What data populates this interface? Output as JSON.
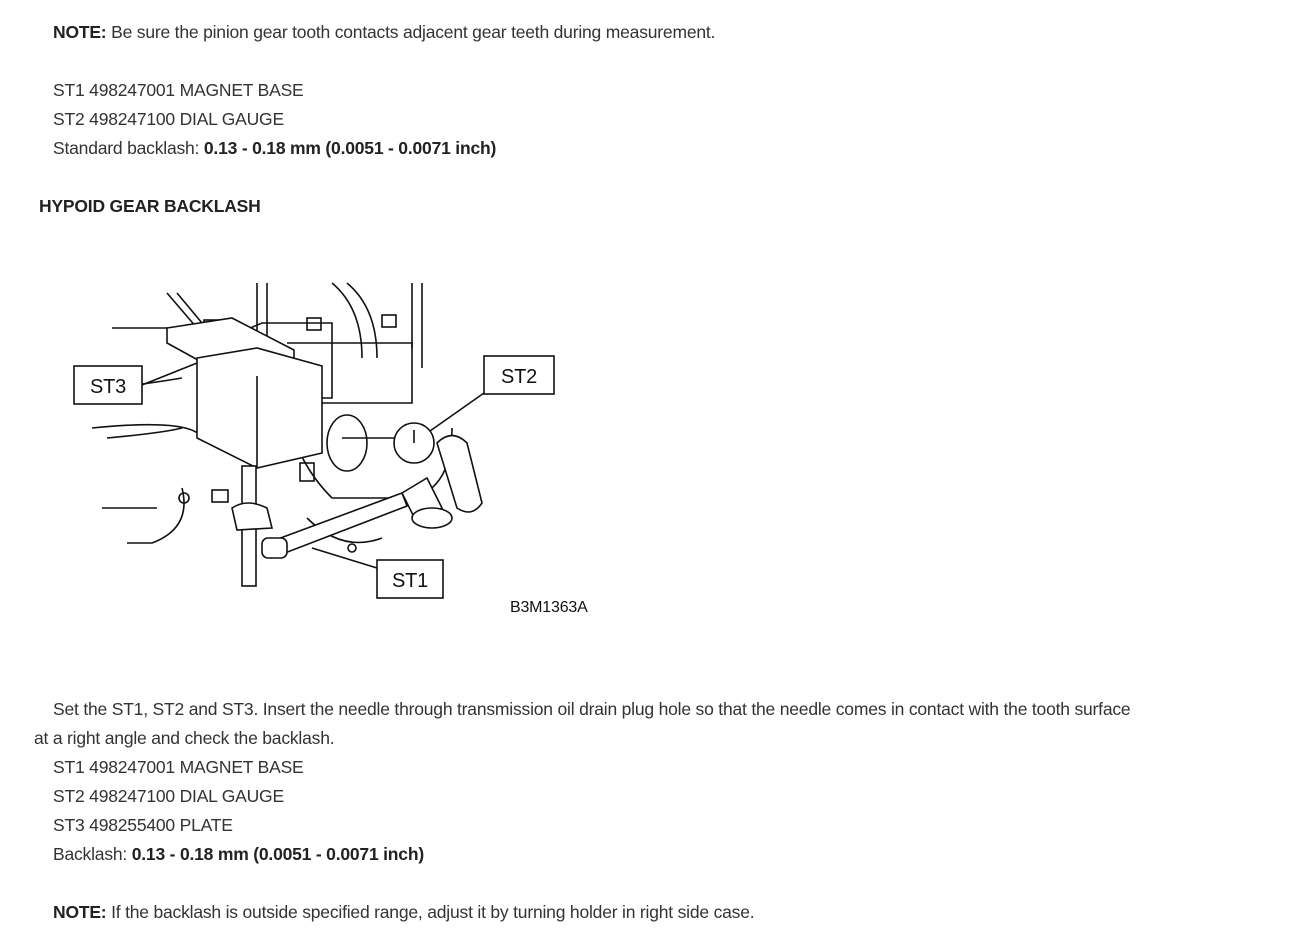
{
  "note1": {
    "label": "NOTE:",
    "text": " Be sure the pinion gear tooth contacts adjacent gear teeth during measurement."
  },
  "tools1": [
    "ST1 498247001 MAGNET BASE",
    "ST2 498247100 DIAL GAUGE"
  ],
  "standard_backlash": {
    "label": "Standard backlash: ",
    "value": "0.13 - 0.18 mm (0.0051 - 0.0071 inch)"
  },
  "heading": "HYPOID GEAR BACKLASH",
  "figure": {
    "labels": {
      "st1": "ST1",
      "st2": "ST2",
      "st3": "ST3"
    },
    "code": "B3M1363A"
  },
  "instruction": {
    "line1": "Set the ST1, ST2 and ST3. Insert the needle through transmission oil drain plug hole so that the needle comes in contact with the tooth surface",
    "line2": "at a right angle and check the backlash."
  },
  "tools2": [
    "ST1 498247001 MAGNET BASE",
    "ST2 498247100 DIAL GAUGE",
    "ST3 498255400 PLATE"
  ],
  "backlash": {
    "label": "Backlash: ",
    "value": "0.13 - 0.18 mm (0.0051 - 0.0071 inch)"
  },
  "note2": {
    "label": "NOTE:",
    "text": " If the backlash is outside specified range, adjust it by turning holder in right side case."
  }
}
